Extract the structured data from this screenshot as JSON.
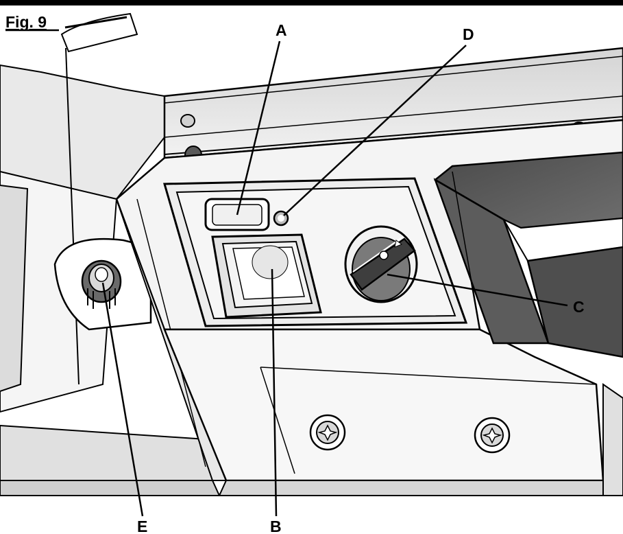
{
  "figure": {
    "label": "Fig. 9"
  },
  "callouts": [
    {
      "id": "A",
      "label": "A"
    },
    {
      "id": "B",
      "label": "B"
    },
    {
      "id": "C",
      "label": "C"
    },
    {
      "id": "D",
      "label": "D"
    },
    {
      "id": "E",
      "label": "E"
    }
  ],
  "colors": {
    "ink": "#000000",
    "light_gray": "#e6e6e6",
    "mid_gray": "#bdbdbd",
    "dark_gray": "#5a5a5a",
    "background": "#ffffff"
  }
}
